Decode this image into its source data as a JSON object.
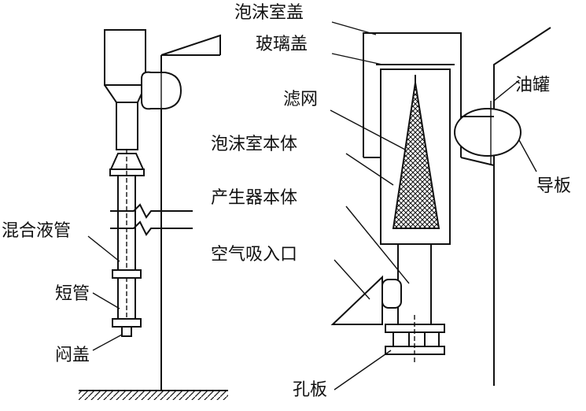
{
  "labels": {
    "foam_chamber_cover": "泡沫室盖",
    "glass_cover": "玻璃盖",
    "filter_screen": "滤网",
    "foam_chamber_body": "泡沫室本体",
    "generator_body": "产生器本体",
    "air_inlet": "空气吸入口",
    "orifice_plate": "孔板",
    "oil_tank": "油罐",
    "guide_plate": "导板",
    "mixed_liquid_pipe": "混合液管",
    "short_pipe": "短管",
    "blind_cover": "闷盖"
  }
}
